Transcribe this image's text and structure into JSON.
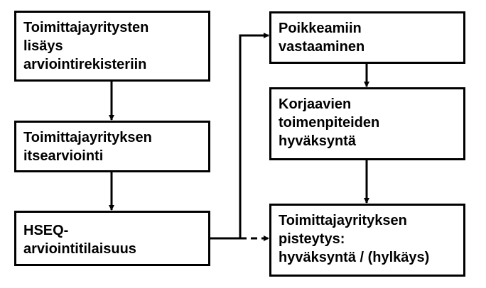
{
  "diagram": {
    "boxes": {
      "registration": [
        "Toimittajayritysten",
        "lisäys",
        "arviointirekisteriin"
      ],
      "self_assessment": [
        "Toimittajayrityksen",
        "itsearviointi"
      ],
      "hseq": [
        "HSEQ-",
        "arviointitilaisuus"
      ],
      "deviations": [
        "Poikkeamiin",
        "vastaaminen"
      ],
      "corrective": [
        "Korjaavien",
        "toimenpiteiden",
        "hyväksyntä"
      ],
      "scoring": [
        "Toimittajayrityksen",
        "pisteytys:",
        "hyväksyntä / (hylkäys)"
      ]
    },
    "colors": {
      "line": "#000000",
      "background": "#ffffff"
    }
  }
}
